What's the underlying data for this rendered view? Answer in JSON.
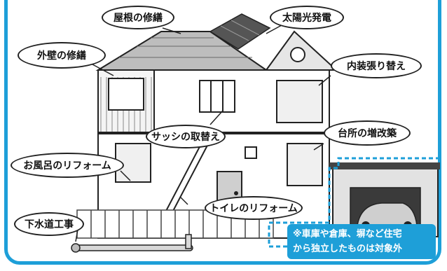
{
  "labels": {
    "roof": "屋根の修繕",
    "solar": "太陽光発電",
    "wall": "外壁の修繕",
    "interior": "内装張り替え",
    "sash": "サッシの取替え",
    "kitchen": "台所の増改築",
    "bath": "お風呂のリフォーム",
    "toilet": "トイレのリフォーム",
    "sewer": "下水道工事"
  },
  "note": {
    "line1": "※車庫や倉庫、塀など住宅",
    "line2": "から独立したものは対象外"
  },
  "colors": {
    "frame": "#1e9fd8",
    "dashed": "#1e9fd8",
    "note_bg": "#1e9fd8"
  }
}
